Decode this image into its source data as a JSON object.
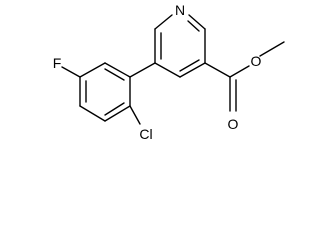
{
  "molecule": {
    "atoms": {
      "nitrogen": "N",
      "fluorine": "F",
      "chlorine": "Cl",
      "carbonyl_oxygen": "O",
      "ester_oxygen": "O"
    }
  }
}
